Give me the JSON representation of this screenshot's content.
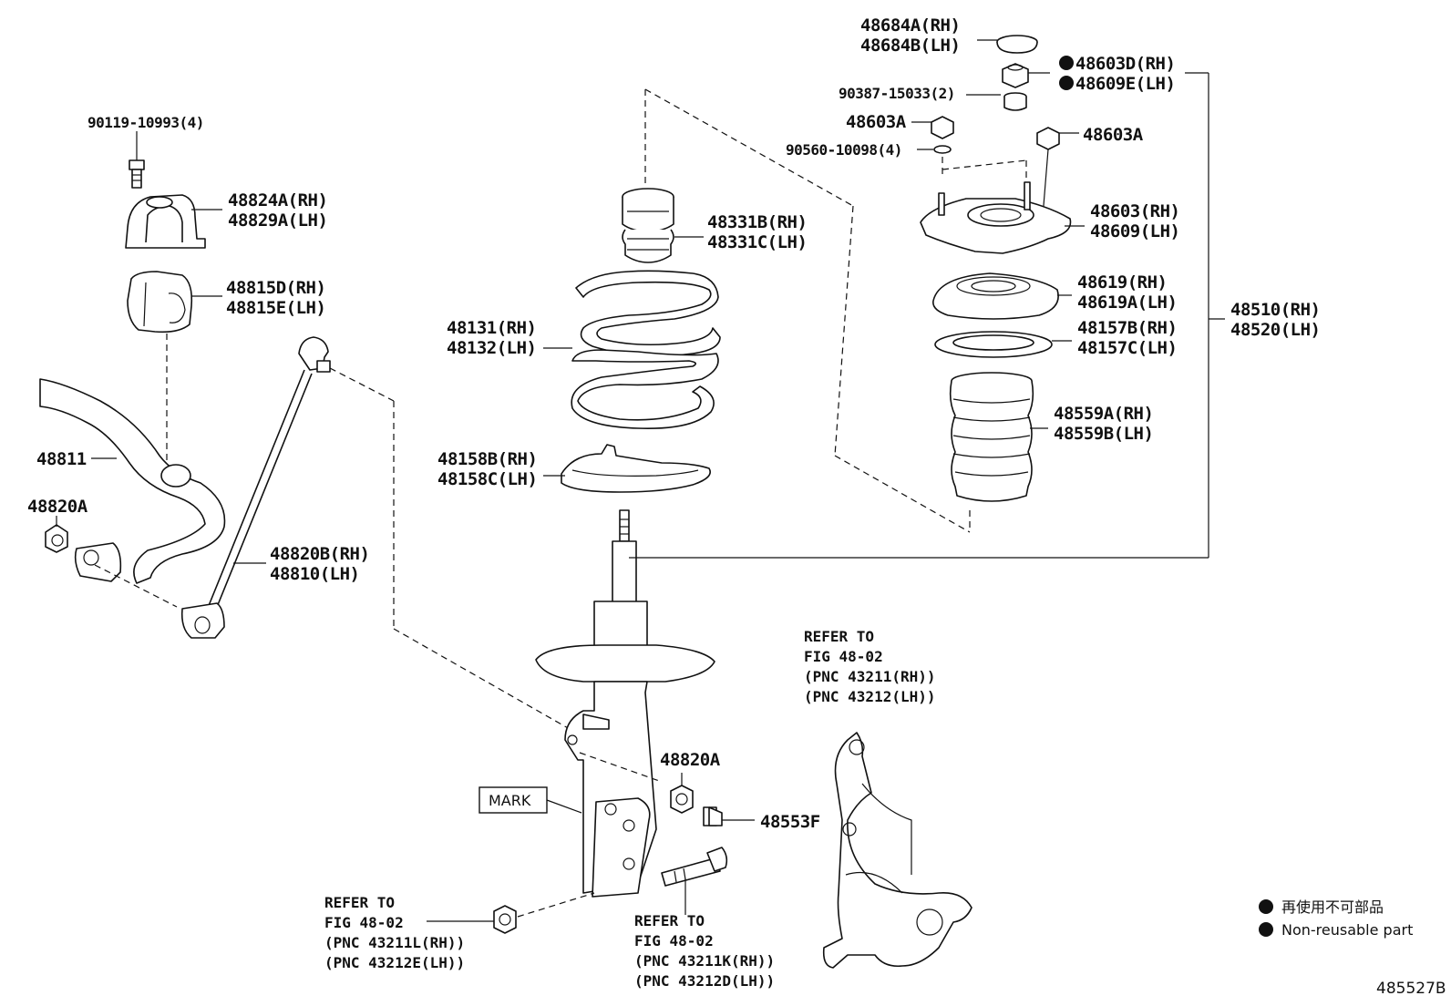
{
  "figure_id": "485527B",
  "labels": {
    "bolt_90119": "90119-10993(4)",
    "bracket_rh": "48824A(RH)",
    "bracket_lh": "48829A(LH)",
    "bushing_rh": "48815D(RH)",
    "bushing_lh": "48815E(LH)",
    "stabilizer_bar": "48811",
    "nut_48820a_left": "48820A",
    "link_rh": "48820B(RH)",
    "link_lh": "48810(LH)",
    "bound_stopper_rh": "48331B(RH)",
    "bound_stopper_lh": "48331C(LH)",
    "coil_spring_rh": "48131(RH)",
    "coil_spring_lh": "48132(LH)",
    "lower_insulator_rh": "48158B(RH)",
    "lower_insulator_lh": "48158C(LH)",
    "cap_rh": "48684A(RH)",
    "cap_lh": "48684B(LH)",
    "nut_48603d_rh": "48603D(RH)",
    "nut_48609e_lh": "48609E(LH)",
    "collar_90387": "90387-15033(2)",
    "nut_48603a_left": "48603A",
    "washer_90560": "90560-10098(4)",
    "nut_48603a_right": "48603A",
    "support_rh": "48603(RH)",
    "support_lh": "48609(LH)",
    "bearing_rh": "48619(RH)",
    "bearing_lh": "48619A(LH)",
    "upper_seat_rh": "48157B(RH)",
    "upper_seat_lh": "48157C(LH)",
    "boot_rh": "48559A(RH)",
    "boot_lh": "48559B(LH)",
    "absorber_rh": "48510(RH)",
    "absorber_lh": "48520(LH)",
    "nut_48820a_mid": "48820A",
    "bolt_48553f": "48553F",
    "mark": "MARK",
    "refer_knuckle": [
      "REFER TO",
      "FIG 48-02",
      "(PNC 43211(RH))",
      "(PNC 43212(LH))"
    ],
    "refer_nut": [
      "REFER TO",
      "FIG 48-02",
      "(PNC 43211L(RH))",
      "(PNC 43212E(LH))"
    ],
    "refer_bolt": [
      "REFER TO",
      "FIG 48-02",
      "(PNC 43211K(RH))",
      "(PNC 43212D(LH))"
    ]
  },
  "legend": {
    "jp": "再使用不可部品",
    "en": "Non-reusable part"
  }
}
